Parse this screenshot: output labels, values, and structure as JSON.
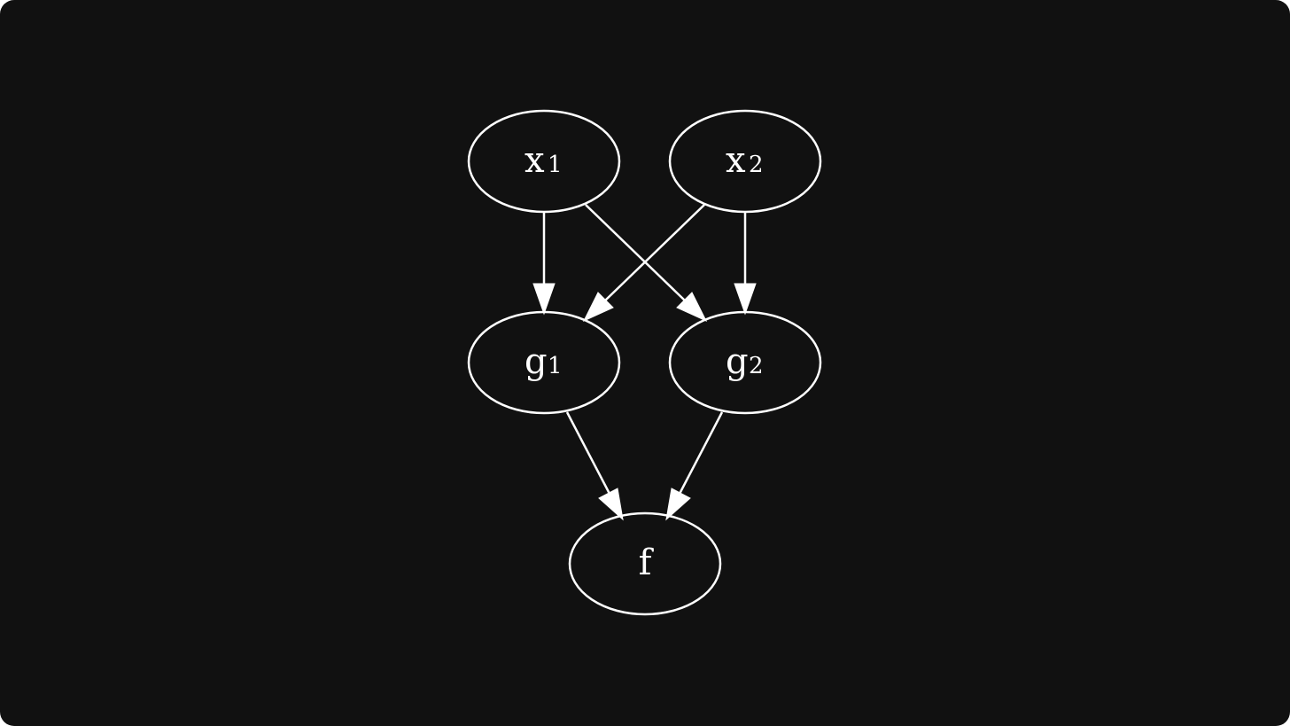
{
  "diagram": {
    "background": "#111111",
    "stroke_color": "#ffffff",
    "nodes": [
      {
        "id": "x1",
        "label": "x",
        "sub": "1"
      },
      {
        "id": "x2",
        "label": "x",
        "sub": "2"
      },
      {
        "id": "g1",
        "label": "g",
        "sub": "1"
      },
      {
        "id": "g2",
        "label": "g",
        "sub": "2"
      },
      {
        "id": "f",
        "label": "f",
        "sub": ""
      }
    ],
    "edges": [
      {
        "from": "x1",
        "to": "g1"
      },
      {
        "from": "x1",
        "to": "g2"
      },
      {
        "from": "x2",
        "to": "g1"
      },
      {
        "from": "x2",
        "to": "g2"
      },
      {
        "from": "g1",
        "to": "f"
      },
      {
        "from": "g2",
        "to": "f"
      }
    ]
  }
}
